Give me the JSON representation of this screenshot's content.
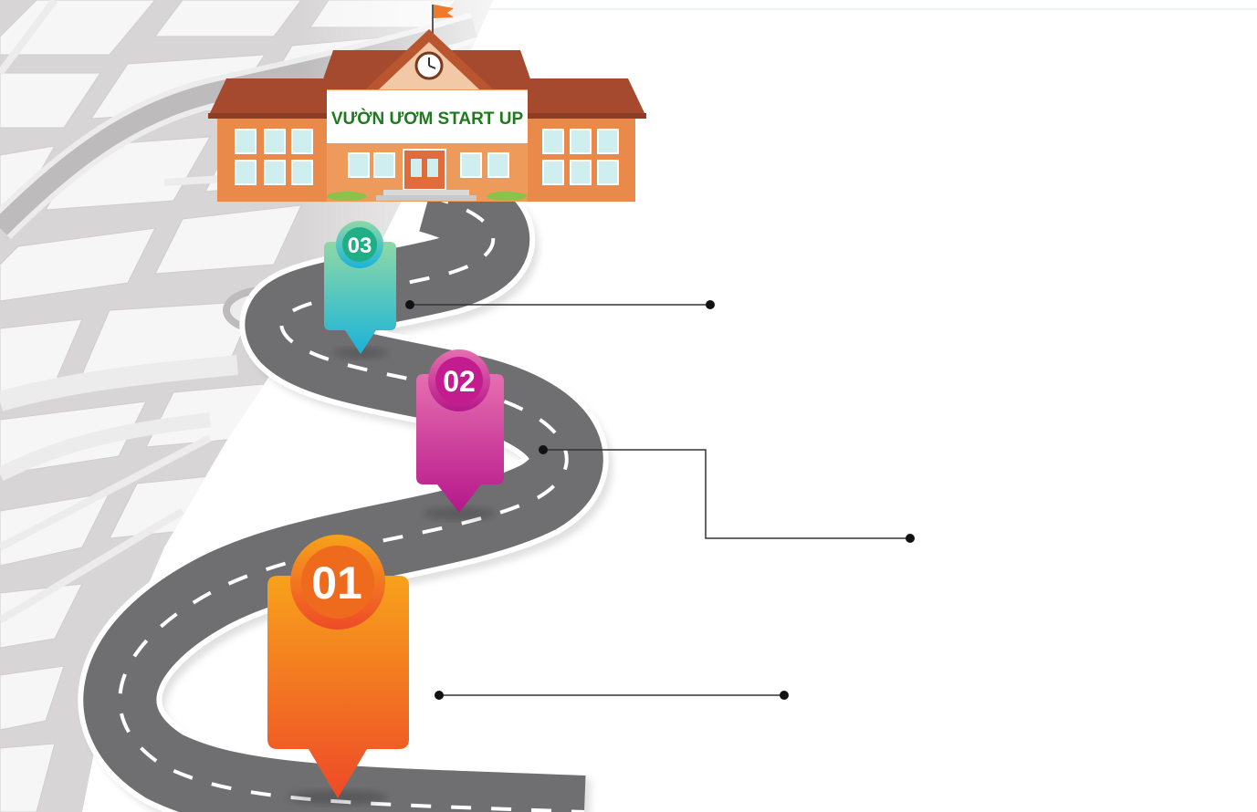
{
  "school": {
    "sign": "VƯỜN ƯƠM START UP"
  },
  "steps": [
    {
      "number": "01",
      "color_top": "#f7a21b",
      "color_bottom": "#ee4a28",
      "badge": "#ee6a1c"
    },
    {
      "number": "02",
      "color_top": "#e66fb0",
      "color_bottom": "#b5178a",
      "badge": "#c21c8e"
    },
    {
      "number": "03",
      "color_top": "#8fd8a6",
      "color_bottom": "#1ab3d9",
      "badge": "#1fae86"
    }
  ],
  "colors": {
    "road": "#6f6f71",
    "road_edge": "#ffffff",
    "map_base": "#d7d5d5",
    "map_block": "#f6f6f6",
    "building_wall": "#e98a4a",
    "building_roof": "#a54a2e",
    "flag": "#ef7a2a",
    "connector": "#333333"
  }
}
